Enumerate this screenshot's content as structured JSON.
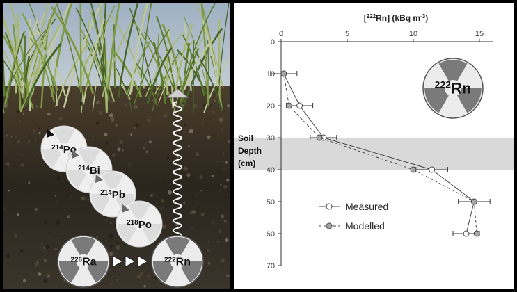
{
  "chart_data": {
    "type": "line",
    "title": "[222Rn] (kBq m-3)",
    "title_parts": {
      "open": "[",
      "sup": "222",
      "rest": "Rn] (kBq m",
      "sup2": "-3",
      "close": ")"
    },
    "xlim": [
      0,
      16
    ],
    "xticks": [
      0,
      5,
      10,
      15
    ],
    "ylim": [
      0,
      70
    ],
    "yticks": [
      0,
      10,
      20,
      30,
      40,
      50,
      60,
      70
    ],
    "y_inverted": true,
    "ylabel_lines": [
      "Soil",
      "Depth",
      "(cm)"
    ],
    "shaded_band": [
      30,
      40
    ],
    "grid": false,
    "legend_placement": "bottom-left",
    "series": [
      {
        "name": "Measured",
        "line_style": "solid",
        "marker_fill": "#ffffff",
        "points": [
          {
            "x": 0.2,
            "y": 10,
            "err": 1.0
          },
          {
            "x": 1.4,
            "y": 20,
            "err": 1.0
          },
          {
            "x": 3.2,
            "y": 30,
            "err": 1.0
          },
          {
            "x": 11.4,
            "y": 40,
            "err": 1.2
          },
          {
            "x": 14.6,
            "y": 50,
            "err": 1.2
          },
          {
            "x": 14.0,
            "y": 60,
            "err": 1.0
          }
        ]
      },
      {
        "name": "Modelled",
        "line_style": "dashed",
        "marker_fill": "#a6a6a6",
        "points": [
          {
            "x": 0.2,
            "y": 10,
            "err": 0
          },
          {
            "x": 0.6,
            "y": 20,
            "err": 0
          },
          {
            "x": 2.9,
            "y": 30,
            "err": 0
          },
          {
            "x": 10.0,
            "y": 40,
            "err": 0
          },
          {
            "x": 14.6,
            "y": 50,
            "err": 0
          },
          {
            "x": 14.8,
            "y": 60,
            "err": 0
          }
        ]
      }
    ]
  },
  "colors": {
    "band": "#d9d9d9",
    "axis": "#333333",
    "measured_line": "#444444",
    "modelled_line": "#444444",
    "sky": "#8fa3b8",
    "grass": "#6f8a3c",
    "soil": "#2e2a22",
    "trefoil_dark": "#7a7a7a",
    "trefoil_light": "#ececec"
  },
  "diagram": {
    "decay_chain": [
      {
        "sup": "214",
        "sym": "Po"
      },
      {
        "sup": "214",
        "sym": "Bi"
      },
      {
        "sup": "214",
        "sym": "Pb"
      },
      {
        "sup": "218",
        "sym": "Po"
      }
    ],
    "source": {
      "sup": "226",
      "sym": "Ra"
    },
    "product": {
      "sup": "222",
      "sym": "Rn"
    },
    "chart_symbol": {
      "sup": "222",
      "sym": "Rn"
    }
  }
}
